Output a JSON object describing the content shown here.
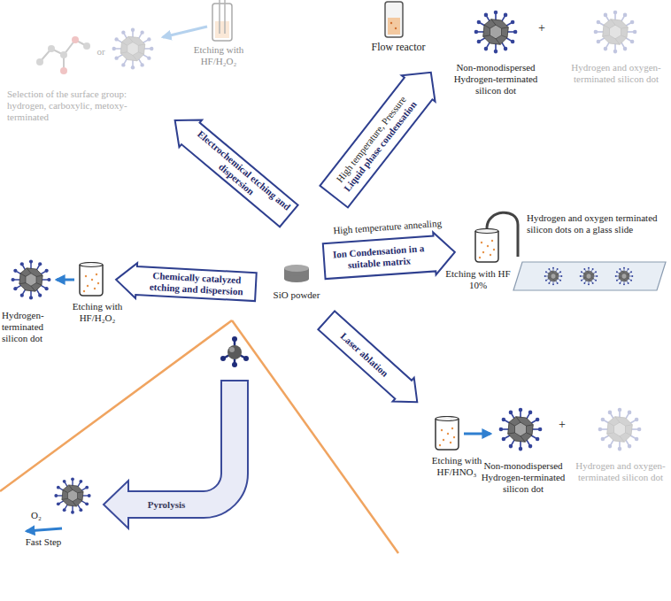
{
  "diagram": {
    "nodes": [
      {
        "text": [
          "Electrochemical etching and dispersion"
        ]
      },
      {
        "text": [
          "High temperature, Pressure",
          "Liquid phase condensation"
        ]
      },
      {
        "text": [
          "High temperature annealing",
          "Ion Condensation in a suitable matrix"
        ]
      },
      {
        "text": [
          "Chemically catalyzed etching and dispersion"
        ]
      },
      {
        "text": [
          "Laser ablation"
        ]
      },
      {
        "text": [
          "Pyrolysis"
        ]
      }
    ],
    "labels": [
      "Etching with HF/H₂O₂",
      "or",
      "Selection of the surface group: hydrogen, carboxylic, metoxy-terminated",
      "Flow reactor",
      "Non-monodispersed Hydrogen-terminated silicon dot",
      "+",
      "Hydrogen and oxygen-terminated silicon dot",
      "SiO powder",
      "Etching with HF 10%",
      "Hydrogen and oxygen terminated silicon dots on a glass slide",
      "Hydrogen-terminated silicon dot",
      "Etching with HF/H₂O₂",
      "Etching with HF/HNO₃",
      "Non-monodispersed Hydrogen-terminated silicon dot",
      "+",
      "Hydrogen and oxygen-terminated silicon dot",
      "O₂",
      "Fast Step"
    ]
  }
}
